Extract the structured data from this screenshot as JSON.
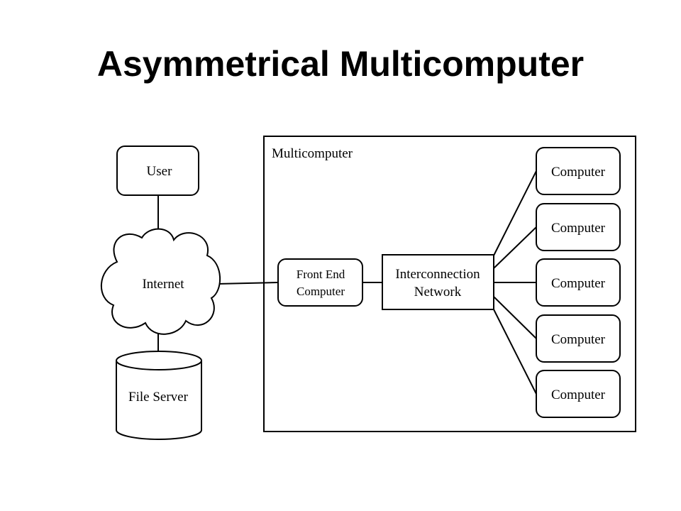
{
  "title": "Asymmetrical Multicomputer",
  "diagram": {
    "container_label": "Multicomputer",
    "user": "User",
    "internet": "Internet",
    "file_server": "File Server",
    "front_end": [
      "Front End",
      "Computer"
    ],
    "interconnect": [
      "Interconnection",
      "Network"
    ],
    "computers": [
      "Computer",
      "Computer",
      "Computer",
      "Computer",
      "Computer"
    ]
  }
}
